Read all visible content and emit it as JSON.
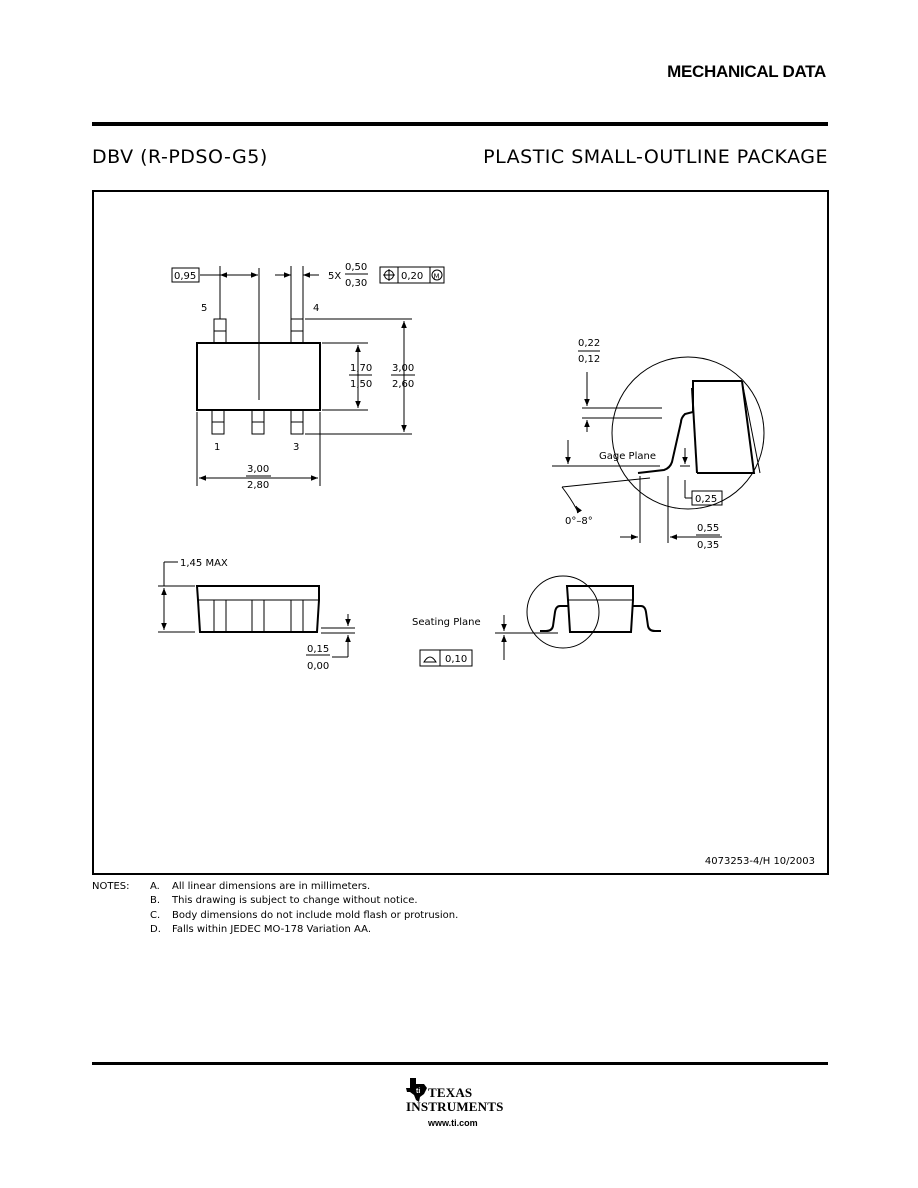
{
  "header": {
    "section_title": "MECHANICAL DATA",
    "package_code": "DBV (R-PDSO-G5)",
    "package_name": "PLASTIC SMALL-OUTLINE PACKAGE"
  },
  "drawing": {
    "pin_pitch": "0,95",
    "lead_count_prefix": "5X",
    "lead_width_max": "0,50",
    "lead_width_min": "0,30",
    "position_tolerance": "0,20",
    "material_condition": "M",
    "pin_labels": [
      "5",
      "4",
      "1",
      "3"
    ],
    "body_width_max": "1,70",
    "body_width_min": "1,50",
    "overall_width_max": "3,00",
    "overall_width_min": "2,60",
    "body_length_max": "3,00",
    "body_length_min": "2,80",
    "lead_thickness_max": "0,22",
    "lead_thickness_min": "0,12",
    "gage_plane_label": "Gage Plane",
    "gage_height": "0,25",
    "lead_angle": "0°–8°",
    "foot_length_max": "0,55",
    "foot_length_min": "0,35",
    "height_max": "1,45 MAX",
    "standoff_max": "0,15",
    "standoff_min": "0,00",
    "seating_plane_label": "Seating Plane",
    "coplanarity": "0,10",
    "drawing_number": "4073253-4/H 10/2003"
  },
  "notes": {
    "label": "NOTES:",
    "items": [
      {
        "key": "A.",
        "text": "All linear dimensions are in millimeters."
      },
      {
        "key": "B.",
        "text": "This drawing is subject to change without notice."
      },
      {
        "key": "C.",
        "text": "Body dimensions do not include mold flash or protrusion."
      },
      {
        "key": "D.",
        "text": "Falls within JEDEC MO-178 Variation AA."
      }
    ]
  },
  "footer": {
    "brand_line1": "TEXAS",
    "brand_line2": "INSTRUMENTS",
    "website": "www.ti.com",
    "logo_icon": "texas-state-icon"
  }
}
